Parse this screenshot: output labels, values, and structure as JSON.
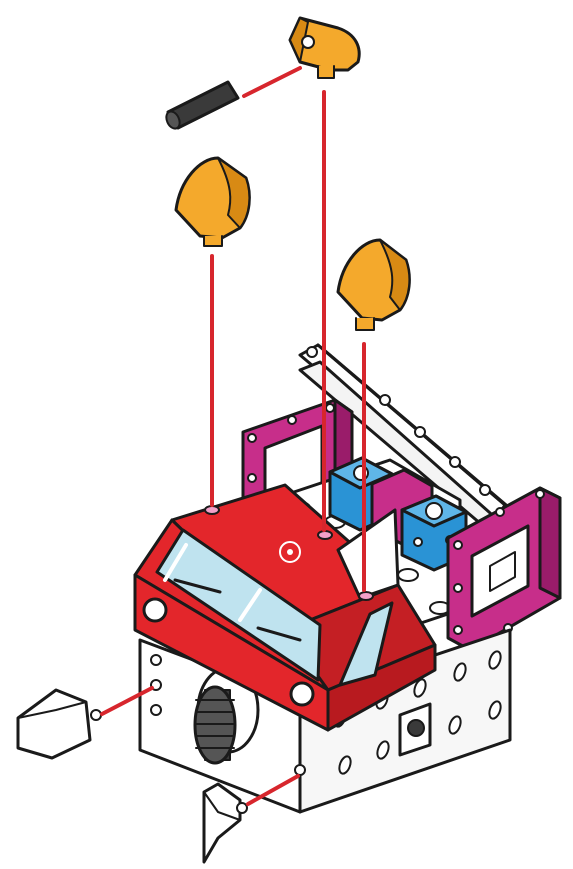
{
  "diagram": {
    "parts": [
      {
        "name": "roof-curved-piece-top",
        "kind": "curved-slope-with-hole"
      },
      {
        "name": "axle-pin",
        "kind": "pin"
      },
      {
        "name": "roof-curved-piece-left",
        "kind": "curved-slope"
      },
      {
        "name": "roof-curved-piece-right",
        "kind": "curved-slope"
      },
      {
        "name": "headlight-cap-left",
        "kind": "cone-cap"
      },
      {
        "name": "headlight-cap-right",
        "kind": "cone-cap"
      }
    ],
    "colors": {
      "cab_red": "#e3262b",
      "cab_red_dark": "#b81a1f",
      "curved_orange": "#f4a92c",
      "curved_orange_dark": "#d88a14",
      "frame_magenta": "#c72e8a",
      "frame_magenta_dark": "#9a1c6a",
      "block_blue": "#2a93d5",
      "block_blue_dark": "#1b6ea8",
      "window_glass": "#bfe3ef",
      "pin_dark": "#3a3a3a",
      "guide_line": "#d7262d",
      "outline": "#1a1a1a",
      "white_part": "#ffffff"
    }
  }
}
